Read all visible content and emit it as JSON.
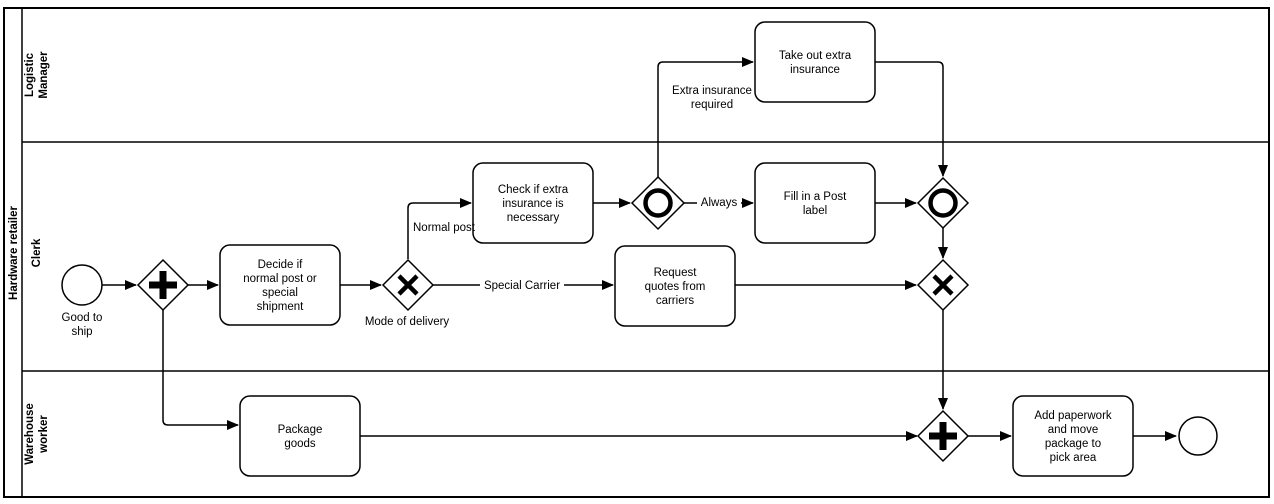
{
  "pool": {
    "label": "Hardware retailer"
  },
  "lanes": {
    "logistic_manager": {
      "line1": "Logistic",
      "line2": "Manager"
    },
    "clerk": {
      "label": "Clerk"
    },
    "warehouse_worker": {
      "line1": "Warehouse",
      "line2": "worker"
    }
  },
  "events": {
    "start": {
      "line1": "Good to",
      "line2": "ship"
    }
  },
  "tasks": {
    "decide": {
      "lines": [
        "Decide if",
        "normal post or",
        "special",
        "shipment"
      ]
    },
    "check_insurance": {
      "lines": [
        "Check if extra",
        "insurance is",
        "necessary"
      ]
    },
    "take_insurance": {
      "lines": [
        "Take out extra",
        "insurance"
      ]
    },
    "fill_post_label": {
      "lines": [
        "Fill in a Post",
        "label"
      ]
    },
    "request_quotes": {
      "lines": [
        "Request",
        "quotes from",
        "carriers"
      ]
    },
    "package_goods": {
      "lines": [
        "Package",
        "goods"
      ]
    },
    "add_paperwork": {
      "lines": [
        "Add paperwork",
        "and move",
        "package to",
        "pick area"
      ]
    }
  },
  "gateway_labels": {
    "mode_of_delivery": "Mode of delivery"
  },
  "flow_labels": {
    "normal_post": "Normal post",
    "special_carrier": "Special Carrier",
    "always": "Always",
    "extra_insurance": {
      "line1": "Extra insurance",
      "line2": "required"
    }
  },
  "colors": {
    "stroke": "#000000",
    "fill": "#ffffff",
    "background": "#ffffff"
  }
}
